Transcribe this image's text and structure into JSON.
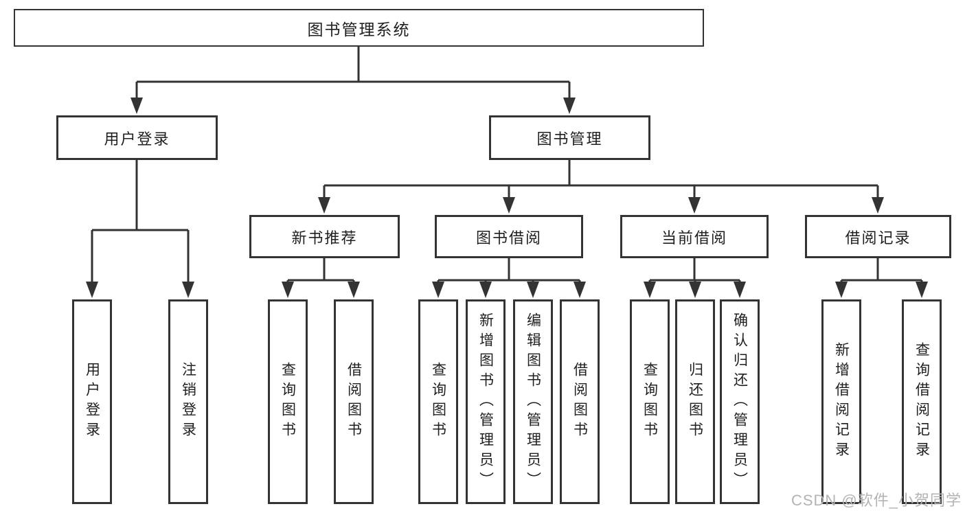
{
  "tree": {
    "root": {
      "label": "图书管理系统",
      "children": [
        {
          "label": "用户登录",
          "children": [
            {
              "label": "用户登录"
            },
            {
              "label": "注销登录"
            }
          ]
        },
        {
          "label": "图书管理",
          "children": [
            {
              "label": "新书推荐",
              "children": [
                {
                  "label": "查询图书"
                },
                {
                  "label": "借阅图书"
                }
              ]
            },
            {
              "label": "图书借阅",
              "children": [
                {
                  "label": "查询图书"
                },
                {
                  "label": "新增图书（管理员）"
                },
                {
                  "label": "编辑图书（管理员）"
                },
                {
                  "label": "借阅图书"
                }
              ]
            },
            {
              "label": "当前借阅",
              "children": [
                {
                  "label": "查询图书"
                },
                {
                  "label": "归还图书"
                },
                {
                  "label": "确认归还（管理员）"
                }
              ]
            },
            {
              "label": "借阅记录",
              "children": [
                {
                  "label": "新增借阅记录"
                },
                {
                  "label": "查询借阅记录"
                }
              ]
            }
          ]
        }
      ]
    }
  },
  "watermark": {
    "text": "CSDN @软件_小贺同学"
  },
  "colors": {
    "background": "#ffffff",
    "line": "#333333",
    "text": "#1f1f1f",
    "watermark": "#b3b3b3"
  }
}
